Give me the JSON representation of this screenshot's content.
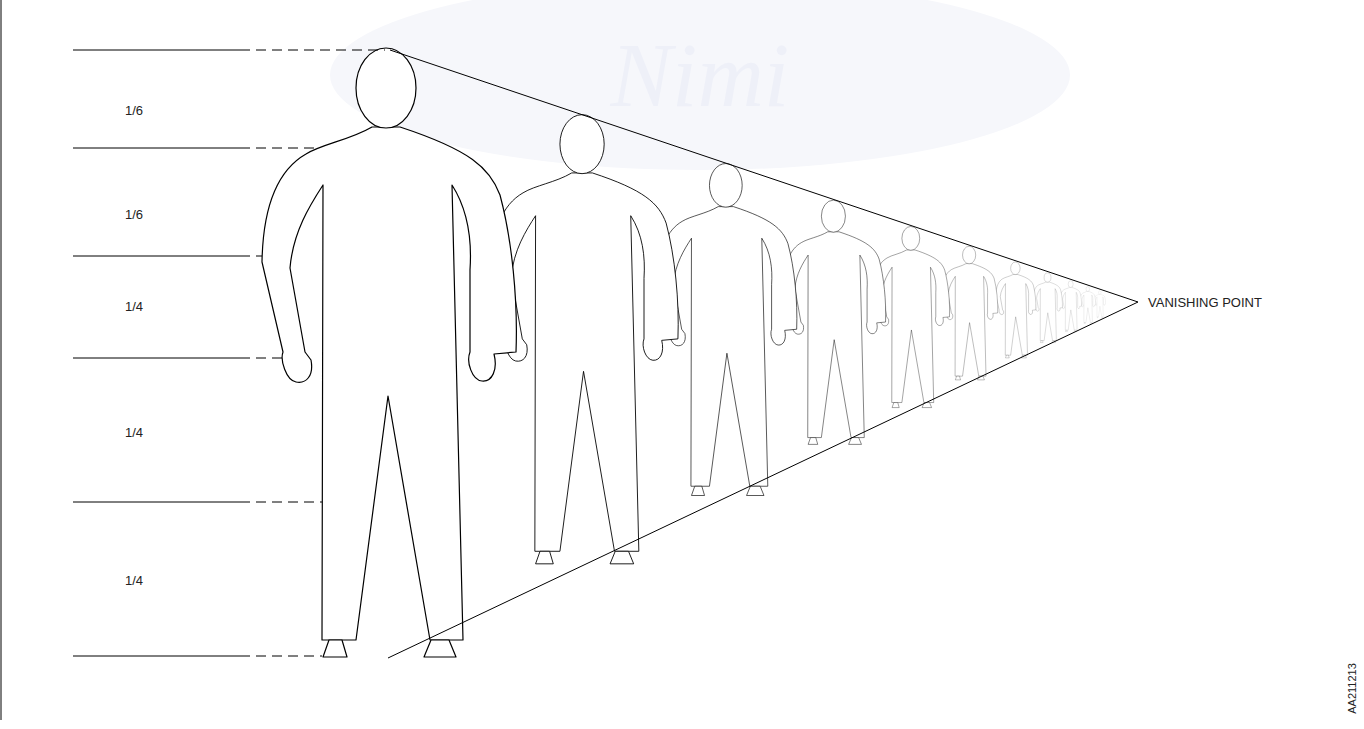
{
  "diagram": {
    "labels": [
      "Nimi",
      "1/6",
      "1/6",
      "1/4",
      "1/4",
      "1/4",
      "VANISHING POINT",
      "AA211213"
    ]
  }
}
